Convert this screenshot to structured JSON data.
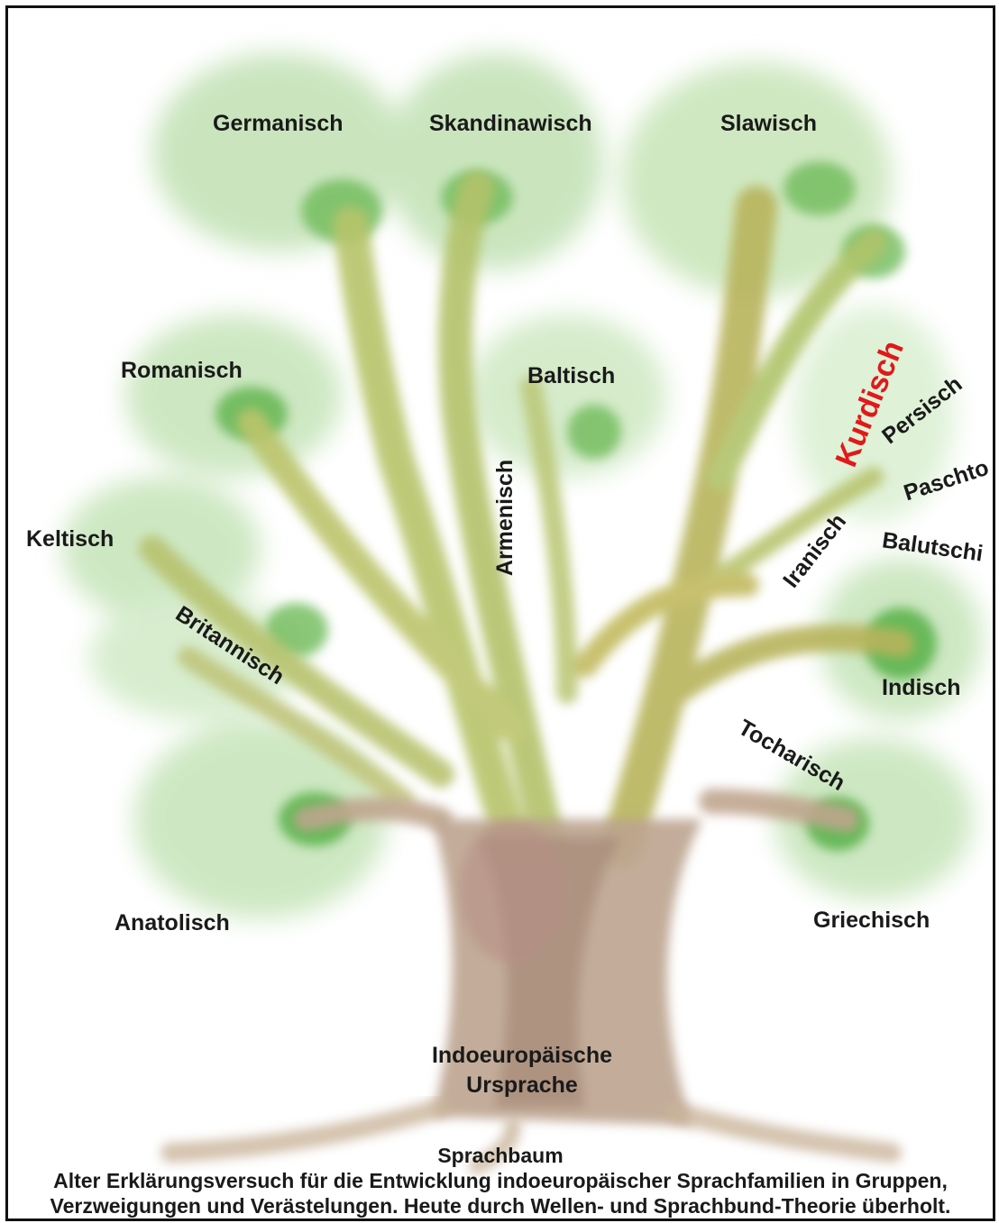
{
  "labels": {
    "germanisch": "Germanisch",
    "skandinawisch": "Skandinawisch",
    "slawisch": "Slawisch",
    "romanisch": "Romanisch",
    "baltisch": "Baltisch",
    "kurdisch": "Kurdisch",
    "persisch": "Persisch",
    "paschto": "Paschto",
    "armenisch": "Armenisch",
    "iranisch": "Iranisch",
    "balutschi": "Balutschi",
    "keltisch": "Keltisch",
    "britannisch": "Britannisch",
    "indisch": "Indisch",
    "tocharisch": "Tocharisch",
    "anatolisch": "Anatolisch",
    "griechisch": "Griechisch",
    "root_line1": "Indoeuropäische",
    "root_line2": "Ursprache"
  },
  "caption": {
    "title": "Sprachbaum",
    "line1": "Alter Erklärungsversuch für die Entwicklung indoeuropäischer Sprachfamilien in Gruppen,",
    "line2": "Verzweigungen und Verästelungen. Heute durch Wellen- und Sprachbund-Theorie überholt."
  },
  "colors": {
    "highlight": "#e11919",
    "foliage": "#8fca7a",
    "branch": "#b7b052",
    "trunk": "#b9a08c"
  }
}
